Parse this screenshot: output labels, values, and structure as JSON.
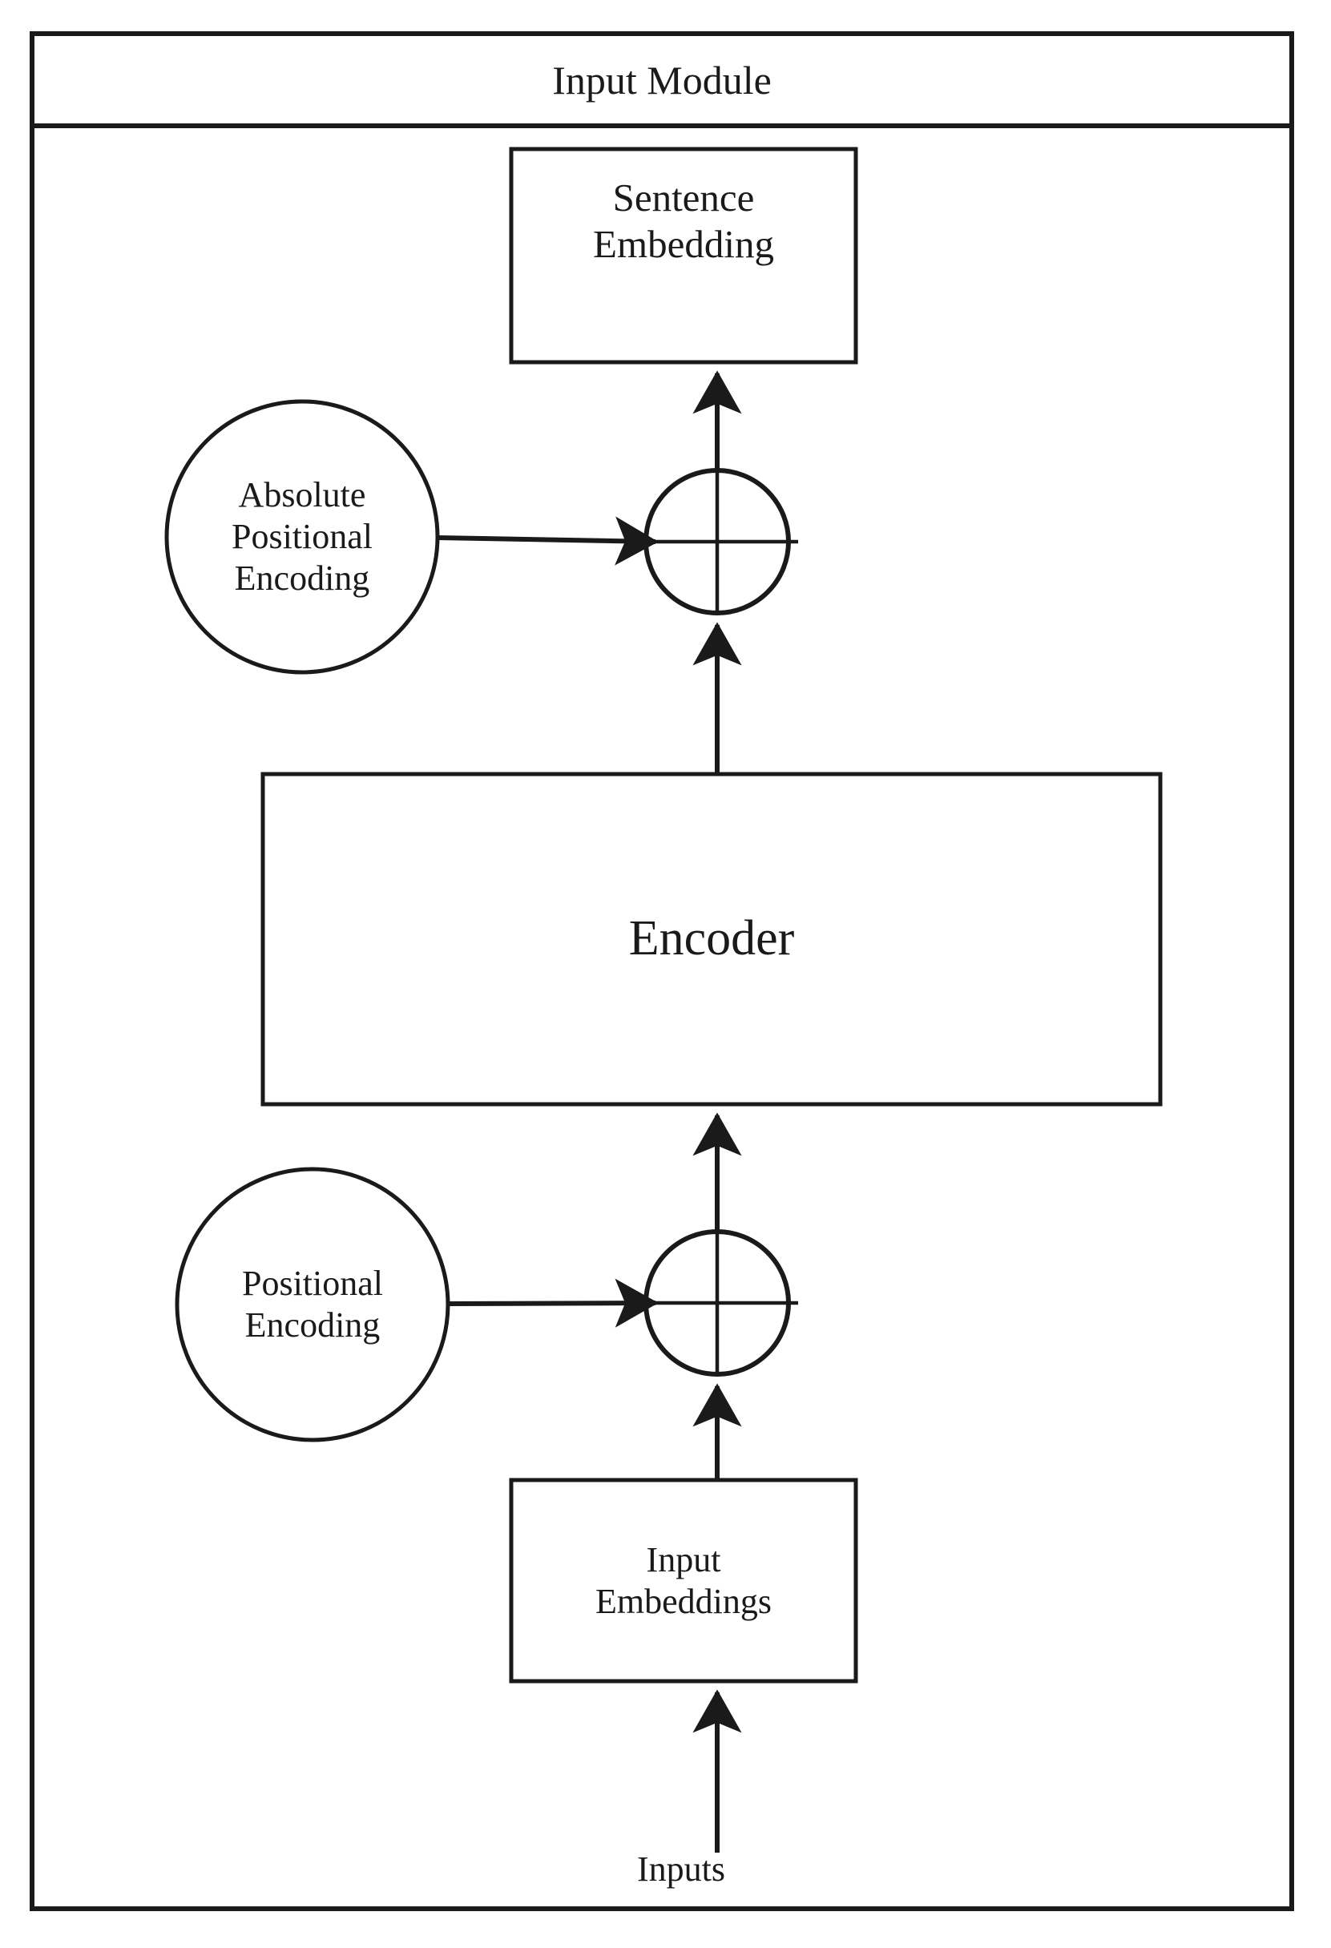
{
  "diagram": {
    "title": "Input Module",
    "type": "flowchart",
    "orientation": "bottom-to-top",
    "background_color": "#ffffff",
    "stroke_color": "#1a1a1a",
    "nodes": {
      "sentence_embedding": {
        "label": "Sentence\nEmbedding",
        "shape": "rectangle"
      },
      "absolute_positional_encoding": {
        "label": "Absolute\nPositional\nEncoding",
        "shape": "circle"
      },
      "top_add": {
        "label": "",
        "shape": "circle-plus",
        "icon": "add-circle-icon"
      },
      "encoder": {
        "label": "Encoder",
        "shape": "rectangle"
      },
      "positional_encoding": {
        "label": "Positional\nEncoding",
        "shape": "circle"
      },
      "bottom_add": {
        "label": "",
        "shape": "circle-plus",
        "icon": "add-circle-icon"
      },
      "input_embeddings": {
        "label": "Input\nEmbeddings",
        "shape": "rectangle"
      },
      "inputs": {
        "label": "Inputs",
        "shape": "text"
      }
    },
    "edges": [
      {
        "from": "inputs",
        "to": "input_embeddings",
        "arrow": true
      },
      {
        "from": "input_embeddings",
        "to": "bottom_add",
        "arrow": true
      },
      {
        "from": "positional_encoding",
        "to": "bottom_add",
        "arrow": true
      },
      {
        "from": "bottom_add",
        "to": "encoder",
        "arrow": true
      },
      {
        "from": "encoder",
        "to": "top_add",
        "arrow": true
      },
      {
        "from": "absolute_positional_encoding",
        "to": "top_add",
        "arrow": true
      },
      {
        "from": "top_add",
        "to": "sentence_embedding",
        "arrow": true
      }
    ]
  }
}
